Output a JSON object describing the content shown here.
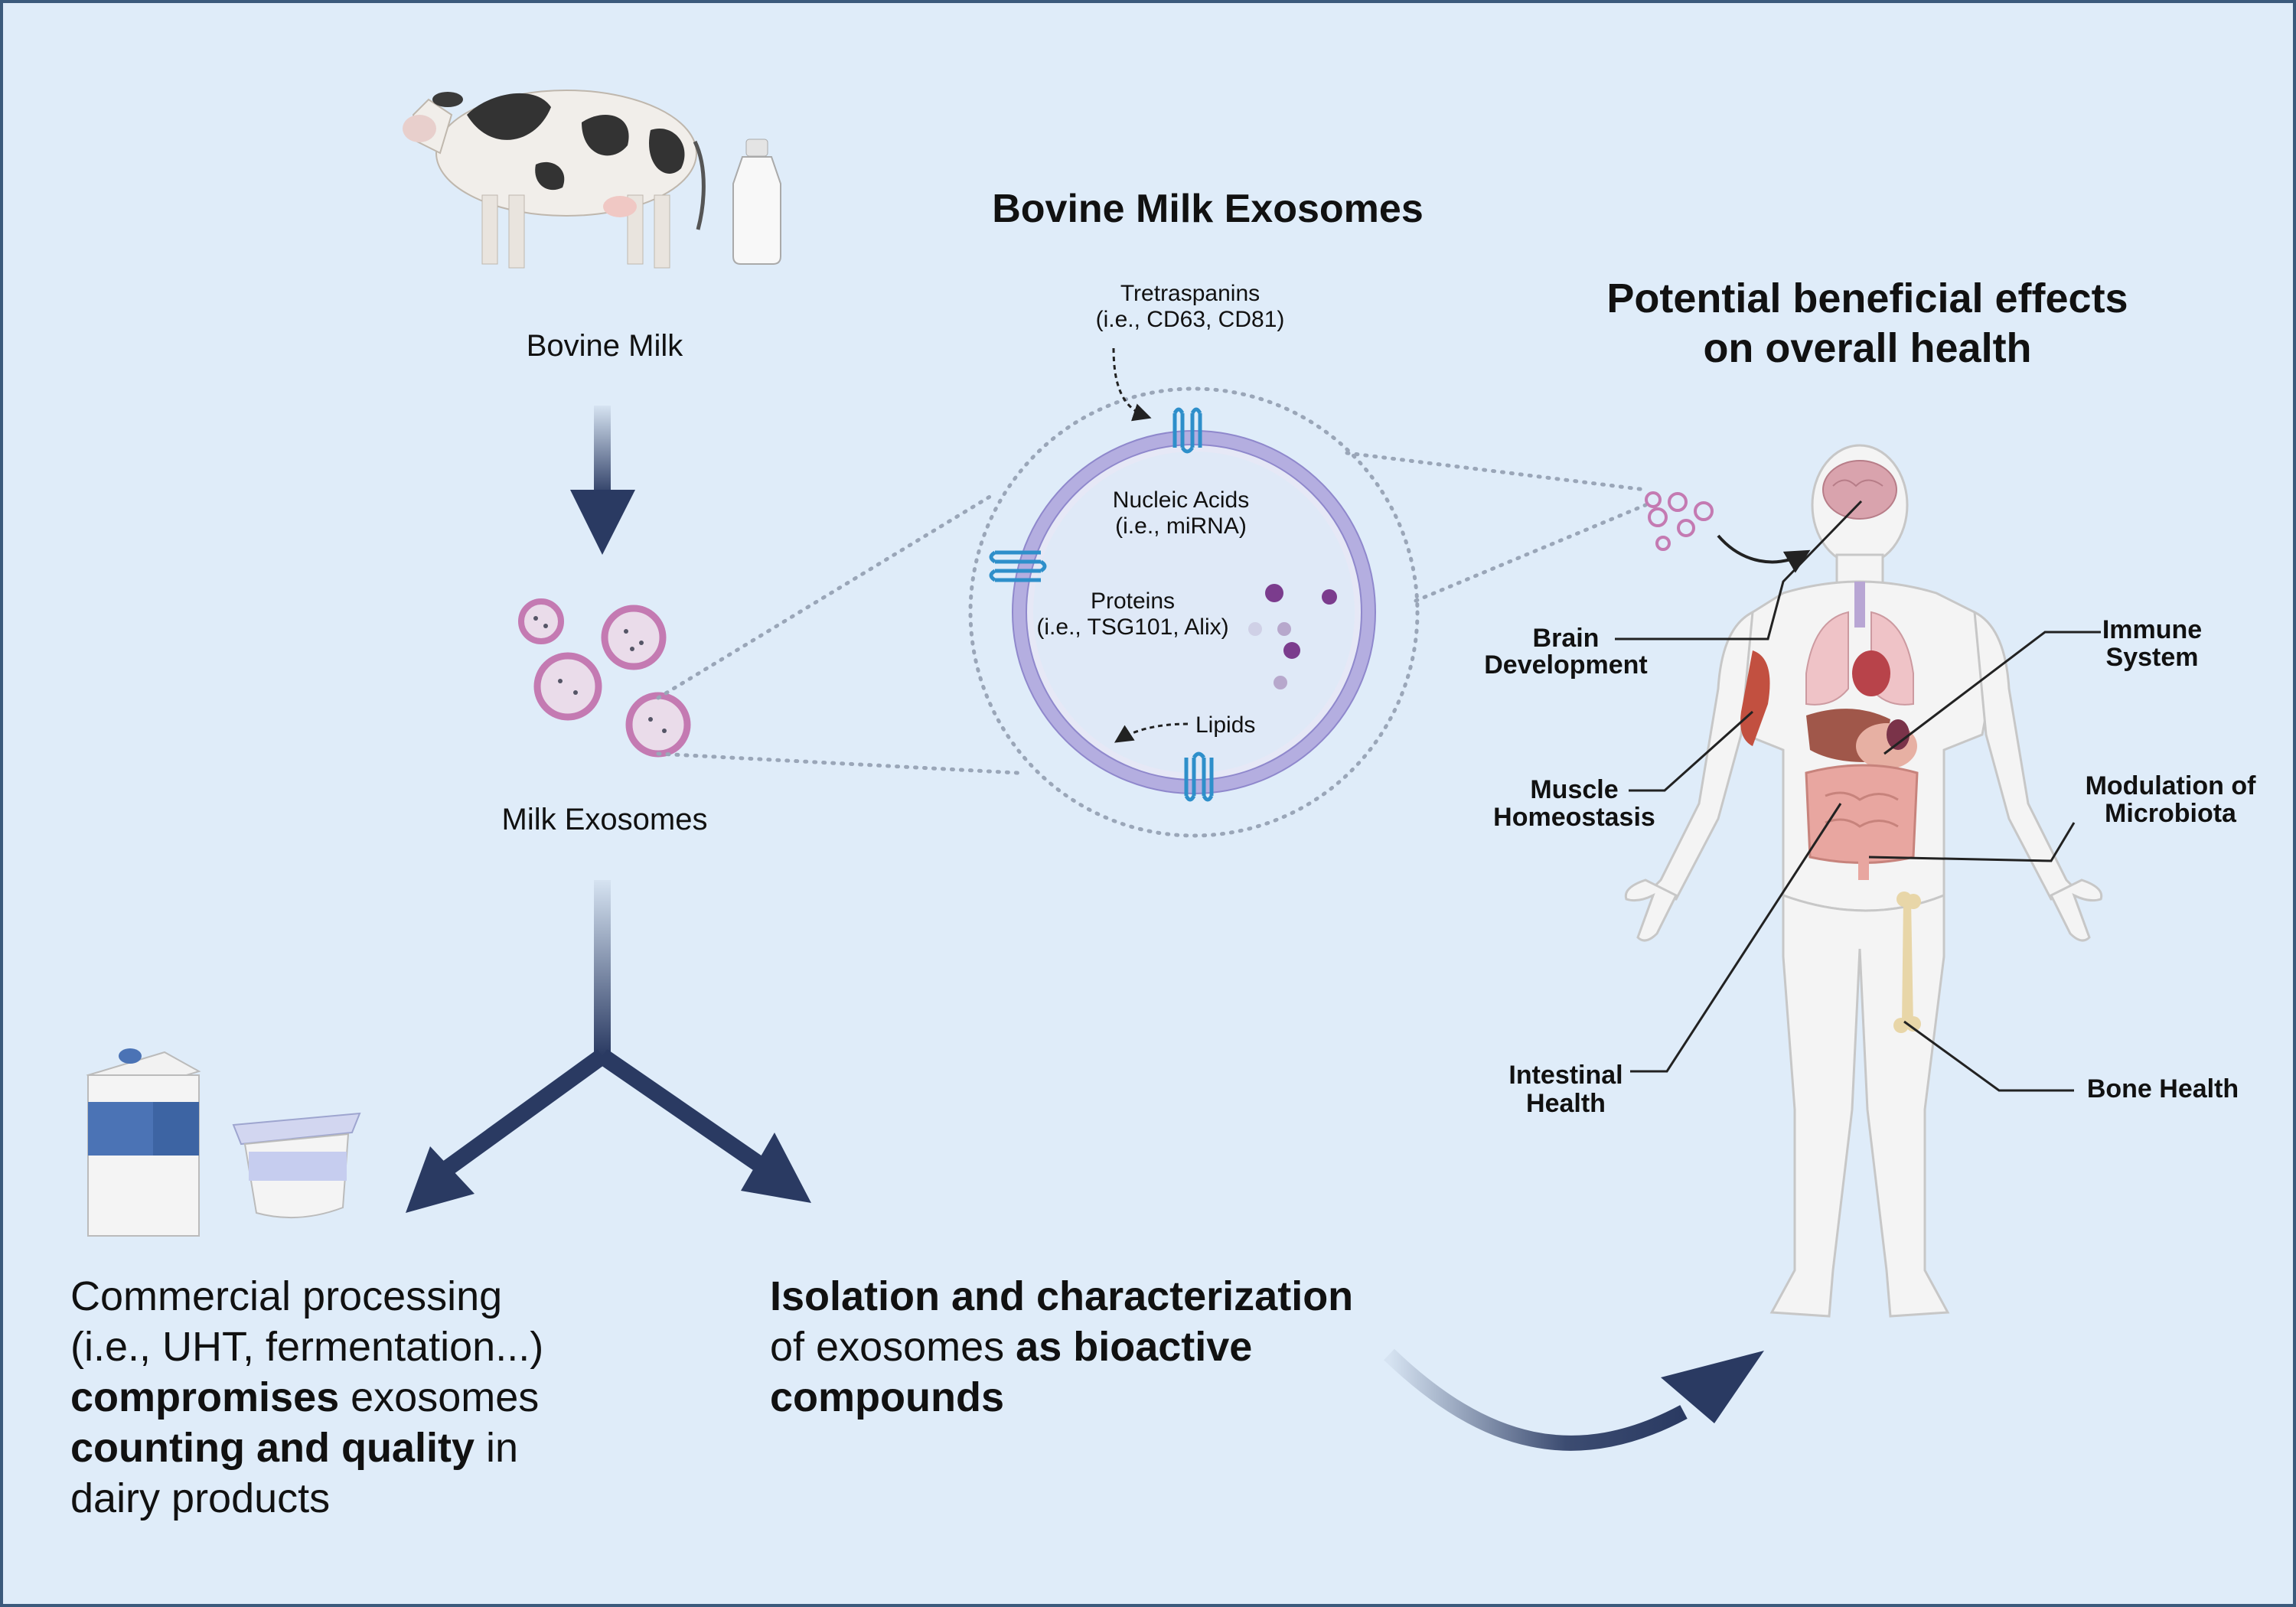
{
  "colors": {
    "background": "#dfecf9",
    "border": "#3b5a7c",
    "arrow": "#2a3a62",
    "membrane": "#b4aee0",
    "exosome": "#c47ab2",
    "protein": "#2e8fca",
    "organs": "#d88a84"
  },
  "titles": {
    "exosomes_title": "Bovine Milk Exosomes",
    "effects_title_line1": "Potential beneficial effects",
    "effects_title_line2": "on overall health"
  },
  "labels": {
    "bovine_milk": "Bovine Milk",
    "milk_exosomes": "Milk Exosomes"
  },
  "exosome_components": {
    "tetraspanins_line1": "Tretraspanins",
    "tetraspanins_line2": "(i.e., CD63, CD81)",
    "nucleic_line1": "Nucleic Acids",
    "nucleic_line2": "(i.e., miRNA)",
    "proteins_line1": "Proteins",
    "proteins_line2": "(i.e., TSG101, Alix)",
    "lipids": "Lipids"
  },
  "health_effects": {
    "brain_line1": "Brain",
    "brain_line2": "Development",
    "muscle_line1": "Muscle",
    "muscle_line2": "Homeostasis",
    "intestinal_line1": "Intestinal",
    "intestinal_line2": "Health",
    "immune_line1": "Immune",
    "immune_line2": "System",
    "microbiota_line1": "Modulation of",
    "microbiota_line2": "Microbiota",
    "bone": "Bone Health"
  },
  "processing_text": {
    "line1": "Commercial processing",
    "line2": "(i.e., UHT, fermentation...)",
    "line3_bold": "compromises",
    "line3_rest": " exosomes",
    "line4_bold": "counting and quality",
    "line4_rest": " in",
    "line5": "dairy products"
  },
  "isolation_text": {
    "line1_bold": "Isolation and characterization",
    "line2_pre": "of exosomes ",
    "line2_bold": "as bioactive",
    "line3_bold": "compounds"
  }
}
